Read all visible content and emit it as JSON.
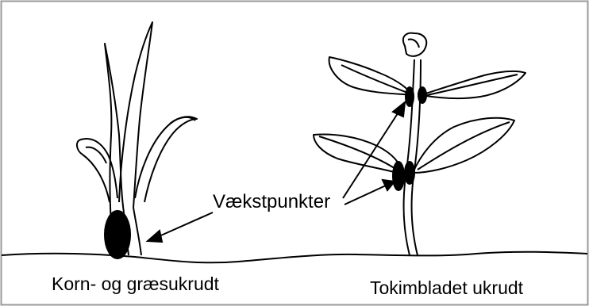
{
  "labels": {
    "growth_points": "Vækstpunkter",
    "grass_weeds": "Korn- og græsukrudt",
    "dicot_weeds": "Tokimbladet ukrudt"
  },
  "colors": {
    "ink": "#000000",
    "frame": "#9a9a9a",
    "background": "#ffffff"
  }
}
